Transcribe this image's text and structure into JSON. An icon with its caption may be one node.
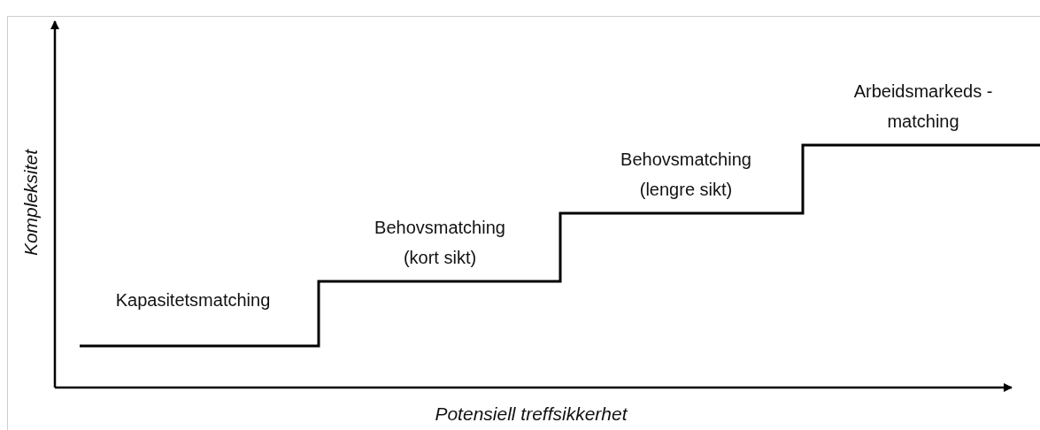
{
  "diagram": {
    "labels": [
      "Arbeidsmarkeds -matching",
      "Behovsmatching (lengre sikt)",
      "Behovsmatching (kort sikt)",
      "Kompleksitet",
      "Kapasitetsmatching",
      "Potensiell treffsikkerhet"
    ]
  }
}
